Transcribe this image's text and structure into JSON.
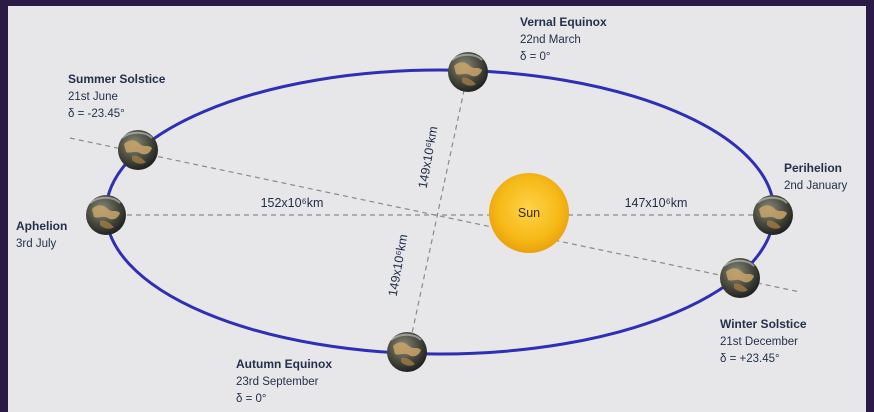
{
  "sun_label": "Sun",
  "distances": {
    "aphelion_distance": "152x10⁶km",
    "perihelion_distance": "147x10⁶km",
    "minor_axis_upper": "149x10⁶km",
    "minor_axis_lower": "149x10⁶km"
  },
  "points": {
    "vernal": {
      "title": "Vernal Equinox",
      "date": "22nd March",
      "decl": "δ = 0°"
    },
    "summer": {
      "title": "Summer Solstice",
      "date": "21st June",
      "decl": "δ = -23.45°"
    },
    "aphelion": {
      "title": "Aphelion",
      "date": "3rd July"
    },
    "perihelion": {
      "title": "Perihelion",
      "date": "2nd January"
    },
    "autumn": {
      "title": "Autumn Equinox",
      "date": "23rd September",
      "decl": "δ = 0°"
    },
    "winter": {
      "title": "Winter Solstice",
      "date": "21st December",
      "decl": "δ = +23.45°"
    }
  },
  "colors": {
    "orbit": "#2f2fb5",
    "sun": "#f4b416",
    "axis_lines": "#8a8a8a",
    "background": "#e7e7ea",
    "border": "#2b1a45"
  }
}
